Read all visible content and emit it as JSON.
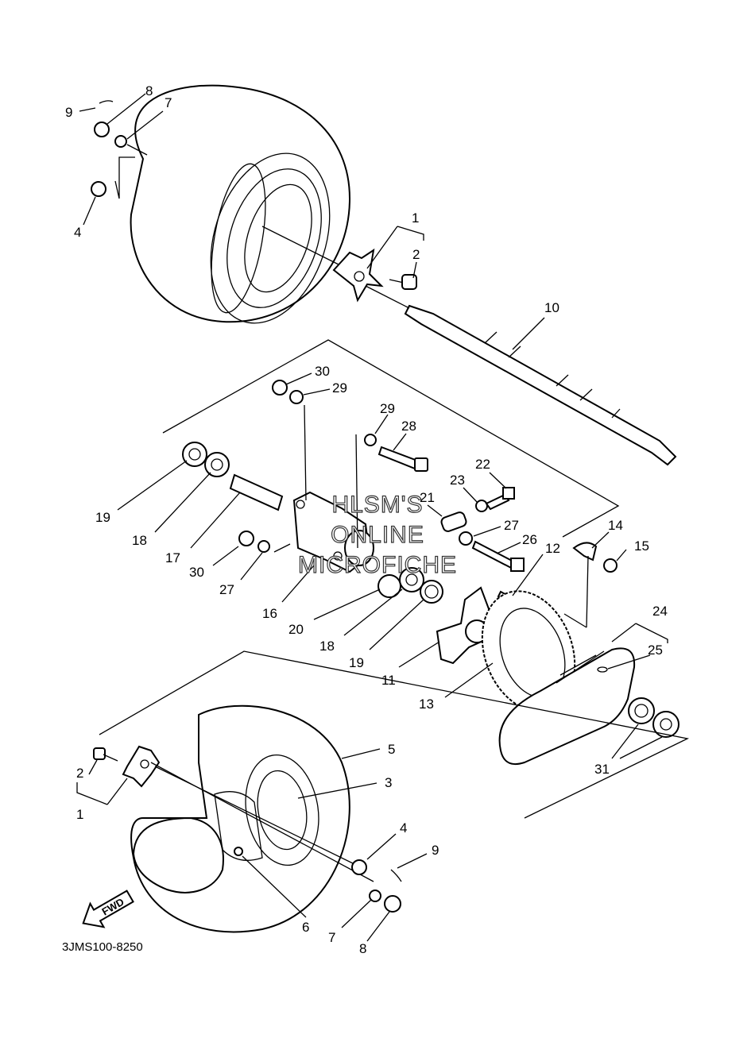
{
  "diagram_code": "3JMS100-8250",
  "watermark": {
    "line1": "HLSM'S",
    "line2": "ONLINE",
    "line3": "MICROFICHE"
  },
  "fwd_label": "FWD",
  "callouts": {
    "c1_top": "1",
    "c2_top": "2",
    "c4_top": "4",
    "c7_top": "7",
    "c8_top": "8",
    "c9_top": "9",
    "c10": "10",
    "c30_top": "30",
    "c29_top": "29",
    "c29_mid": "29",
    "c28": "28",
    "c22": "22",
    "c23": "23",
    "c21": "21",
    "c27_right": "27",
    "c26": "26",
    "c12": "12",
    "c14": "14",
    "c15": "15",
    "c19_left": "19",
    "c18_left": "18",
    "c17": "17",
    "c30_left": "30",
    "c27_left": "27",
    "c16": "16",
    "c20": "20",
    "c18_mid": "18",
    "c19_mid": "19",
    "c11": "11",
    "c13": "13",
    "c24": "24",
    "c25": "25",
    "c31": "31",
    "c5": "5",
    "c3": "3",
    "c2_bot": "2",
    "c1_bot": "1",
    "c4_bot": "4",
    "c9_bot": "9",
    "c6": "6",
    "c7_bot": "7",
    "c8_bot": "8"
  }
}
